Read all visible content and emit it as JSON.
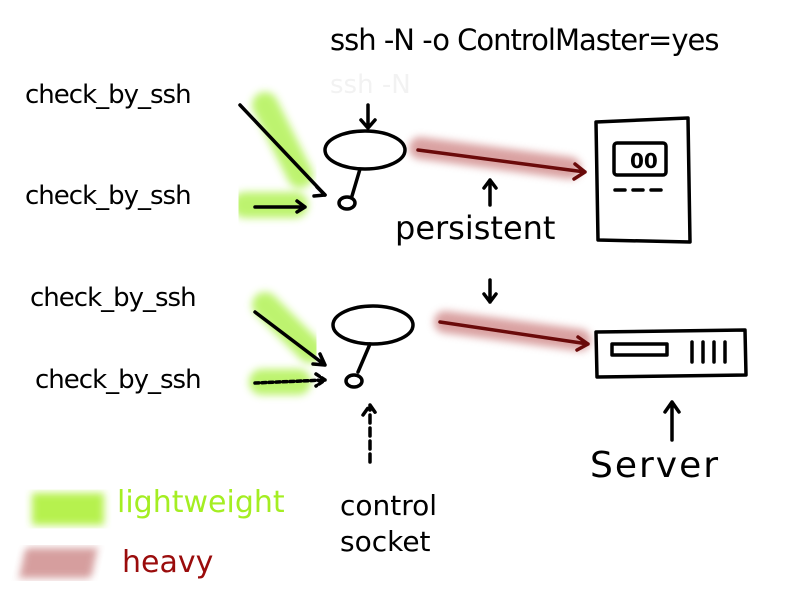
{
  "command_label": "ssh -N -o ControlMaster=yes",
  "ghost_label": "ssh -N",
  "clients": [
    {
      "label": "check_by_ssh"
    },
    {
      "label": "check_by_ssh"
    },
    {
      "label": "check_by_ssh"
    },
    {
      "label": "check_by_ssh"
    }
  ],
  "persistent_label": "persistent",
  "server_label": "Server",
  "server_display": "00",
  "socket_label": {
    "line1": "control",
    "line2": "socket"
  },
  "legend": {
    "lightweight": {
      "label": "lightweight",
      "color": "#a4ee22"
    },
    "heavy": {
      "label": "heavy",
      "color": "#9a0c0c"
    }
  }
}
